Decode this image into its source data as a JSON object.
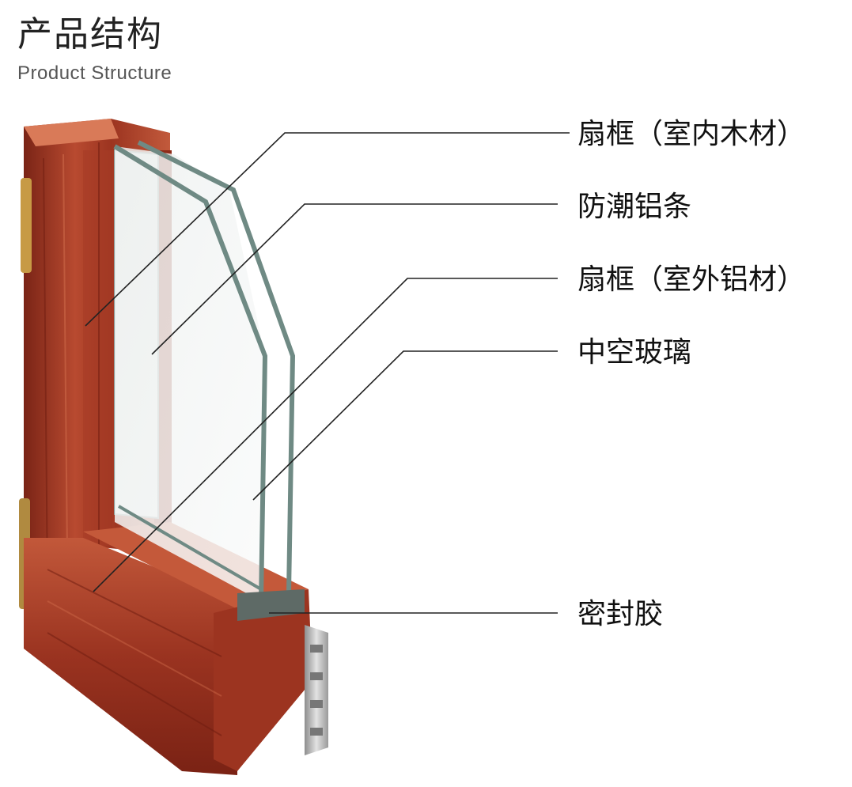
{
  "header": {
    "title": "产品结构",
    "subtitle": "Product Structure"
  },
  "callouts": [
    {
      "label": "扇框（室内木材）"
    },
    {
      "label": "防潮铝条"
    },
    {
      "label": "扇框（室外铝材）"
    },
    {
      "label": "中空玻璃"
    },
    {
      "label": "密封胶"
    }
  ],
  "colors": {
    "wood_dark": "#8a2a1a",
    "wood_mid": "#b5432c",
    "wood_light": "#cf6a4a",
    "aluminum": "#c9c9c9",
    "glass_edge": "#6f8a84",
    "line": "#222222"
  }
}
